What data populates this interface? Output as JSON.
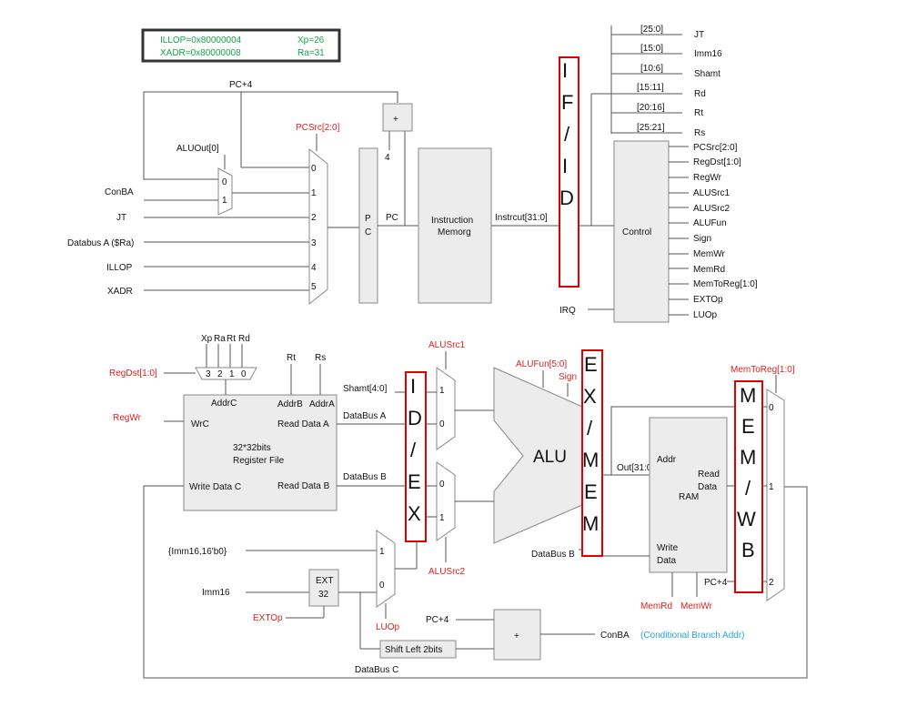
{
  "info": {
    "illop": "ILLOP=0x80000004",
    "xadr": "XADR=0x80000008",
    "xp": "Xp=26",
    "ra": "Ra=31"
  },
  "fetch": {
    "pc_plus4": "PC+4",
    "pcsrc": "PCSrc[2:0]",
    "aluout0": "ALUOut[0]",
    "mux0": "0",
    "mux1": "1",
    "conba": "ConBA",
    "jt": "JT",
    "databus_a": "Databus A ($Ra)",
    "illop": "ILLOP",
    "xadr": "XADR",
    "pcsrc_inputs": [
      "0",
      "1",
      "2",
      "3",
      "4",
      "5"
    ],
    "four": "4",
    "plus": "+",
    "pc_reg_p": "P",
    "pc_reg_c": "C",
    "pc": "PC",
    "imem_line1": "Instruction",
    "imem_line2": "Memorg",
    "instr": "Instrcut[31:0]"
  },
  "decode": {
    "fields": [
      {
        "bits": "[25:0]",
        "name": "JT"
      },
      {
        "bits": "[15:0]",
        "name": "Imm16"
      },
      {
        "bits": "[10:6]",
        "name": "Shamt"
      },
      {
        "bits": "[15:11]",
        "name": "Rd"
      },
      {
        "bits": "[20:16]",
        "name": "Rt"
      },
      {
        "bits": "[25:21]",
        "name": "Rs"
      }
    ],
    "control": "Control",
    "irq": "IRQ",
    "signals": [
      "PCSrc[2:0]",
      "RegDst[1:0]",
      "RegWr",
      "ALUSrc1",
      "ALUSrc2",
      "ALUFun",
      "Sign",
      "MemWr",
      "MemRd",
      "MemToReg[1:0]",
      "EXTOp",
      "LUOp"
    ]
  },
  "stages": {
    "ifid": [
      "I",
      "F",
      "/",
      "I",
      "D"
    ],
    "idex": [
      "I",
      "D",
      "/",
      "E",
      "X"
    ],
    "exmem": [
      "E",
      "X",
      "/",
      "M",
      "E",
      "M"
    ],
    "memwb": [
      "M",
      "E",
      "M",
      "/",
      "W",
      "B"
    ]
  },
  "regfile": {
    "dst_inputs": [
      "Xp",
      "Ra",
      "Rt",
      "Rd"
    ],
    "dst_sel": [
      "3",
      "2",
      "1",
      "0"
    ],
    "regdst": "RegDst[1:0]",
    "regwr": "RegWr",
    "rt": "Rt",
    "rs": "Rs",
    "addrc": "AddrC",
    "addrb": "AddrB",
    "addra": "AddrA",
    "wrc": "WrC",
    "read_a": "Read Data A",
    "read_b": "Read Data B",
    "write_c": "Write Data C",
    "title1": "32*32bits",
    "title2": "Register File"
  },
  "execute": {
    "alusrc1": "ALUSrc1",
    "alusrc2": "ALUSrc2",
    "shamt": "Shamt[4:0]",
    "databus_a": "DataBus A",
    "databus_b": "DataBus B",
    "mux_a": [
      "1",
      "0"
    ],
    "mux_b": [
      "0",
      "1"
    ],
    "imm_lui": "{Imm16,16'b0}",
    "imm16": "Imm16",
    "ext1": "EXT",
    "ext2": "32",
    "extop": "EXTOp",
    "luop": "LUOp",
    "luop_mux": [
      "1",
      "0"
    ],
    "alufun": "ALUFun[5:0]",
    "sign": "Sign",
    "alu": "ALU",
    "out": "Out[31:0]",
    "pc4": "PC+4",
    "plus": "+",
    "shift": "Shift Left 2bits",
    "conba": "ConBA",
    "conba_note": "(Conditional Branch Addr)"
  },
  "memory": {
    "addr": "Addr",
    "read_data1": "Read",
    "read_data2": "Data",
    "ram": "RAM",
    "write_data1": "Write",
    "write_data2": "Data",
    "databus_b": "DataBus B",
    "memrd": "MemRd",
    "memwr": "MemWr",
    "pc4": "PC+4",
    "memtoreg": "MemToReg[1:0]",
    "wb_inputs": [
      "0",
      "1",
      "2"
    ],
    "databus_c": "DataBus C"
  }
}
